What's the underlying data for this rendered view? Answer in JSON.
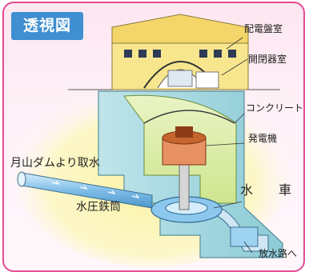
{
  "title": "透視図",
  "labels": {
    "switchboard_room": "配電盤室",
    "switchgear_room": "開閉器室",
    "concrete": "コンクリート",
    "generator": "発電機",
    "intake": "月山ダムより取水",
    "water_turbine": "水　車",
    "penstock": "水圧鉄筒",
    "to_tailrace": "放水路へ"
  },
  "colors": {
    "border": "#e34b93",
    "badge": "#3f8fd1",
    "water": "#6fb7e8",
    "building": "#f6e38a",
    "generator": "#c7652e",
    "shaft": "#9fd6d8"
  }
}
